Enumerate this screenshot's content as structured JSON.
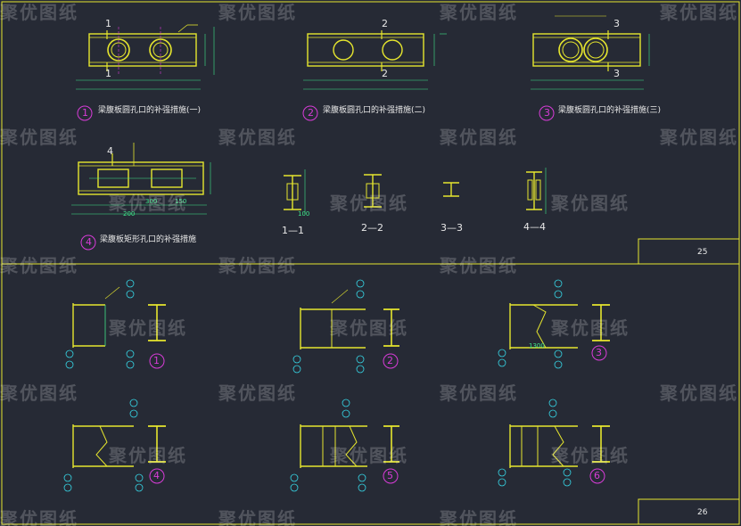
{
  "colors": {
    "background": "#262a35",
    "frame": "#e6e62e",
    "steel_yellow": "#e6e62e",
    "dim_green": "#3fe68a",
    "dim_cyan": "#36d6e6",
    "circle_magenta": "#d83cd8",
    "text_white": "#e8e8e8"
  },
  "sheets": [
    {
      "sheet_number": "25"
    },
    {
      "sheet_number": "26"
    }
  ],
  "top_details": [
    {
      "title": "梁腹板圆孔口的补强措施(一)",
      "marker": "1",
      "cut_left": "1",
      "cut_right": "1"
    },
    {
      "title": "梁腹板圆孔口的补强措施(二)",
      "marker": "2",
      "cut_left": "2",
      "cut_right": "2"
    },
    {
      "title": "梁腹板圆孔口的补强措施(三)",
      "marker": "3",
      "cut_left": "3",
      "cut_right": "3"
    },
    {
      "title": "梁腹板矩形孔口的补强措施",
      "marker": "4",
      "cut_left": "4"
    }
  ],
  "sections": [
    {
      "label": "1—1"
    },
    {
      "label": "2—2"
    },
    {
      "label": "3—3"
    },
    {
      "label": "4—4"
    }
  ],
  "bottom_details": [
    {
      "marker": "1"
    },
    {
      "marker": "2"
    },
    {
      "marker": "3"
    },
    {
      "marker": "4"
    },
    {
      "marker": "5"
    },
    {
      "marker": "6"
    }
  ],
  "dimensions": {
    "d1": "100",
    "d2": "150",
    "d3": "200",
    "d4": "300",
    "d5": "1300"
  },
  "watermark": "聚优图纸"
}
